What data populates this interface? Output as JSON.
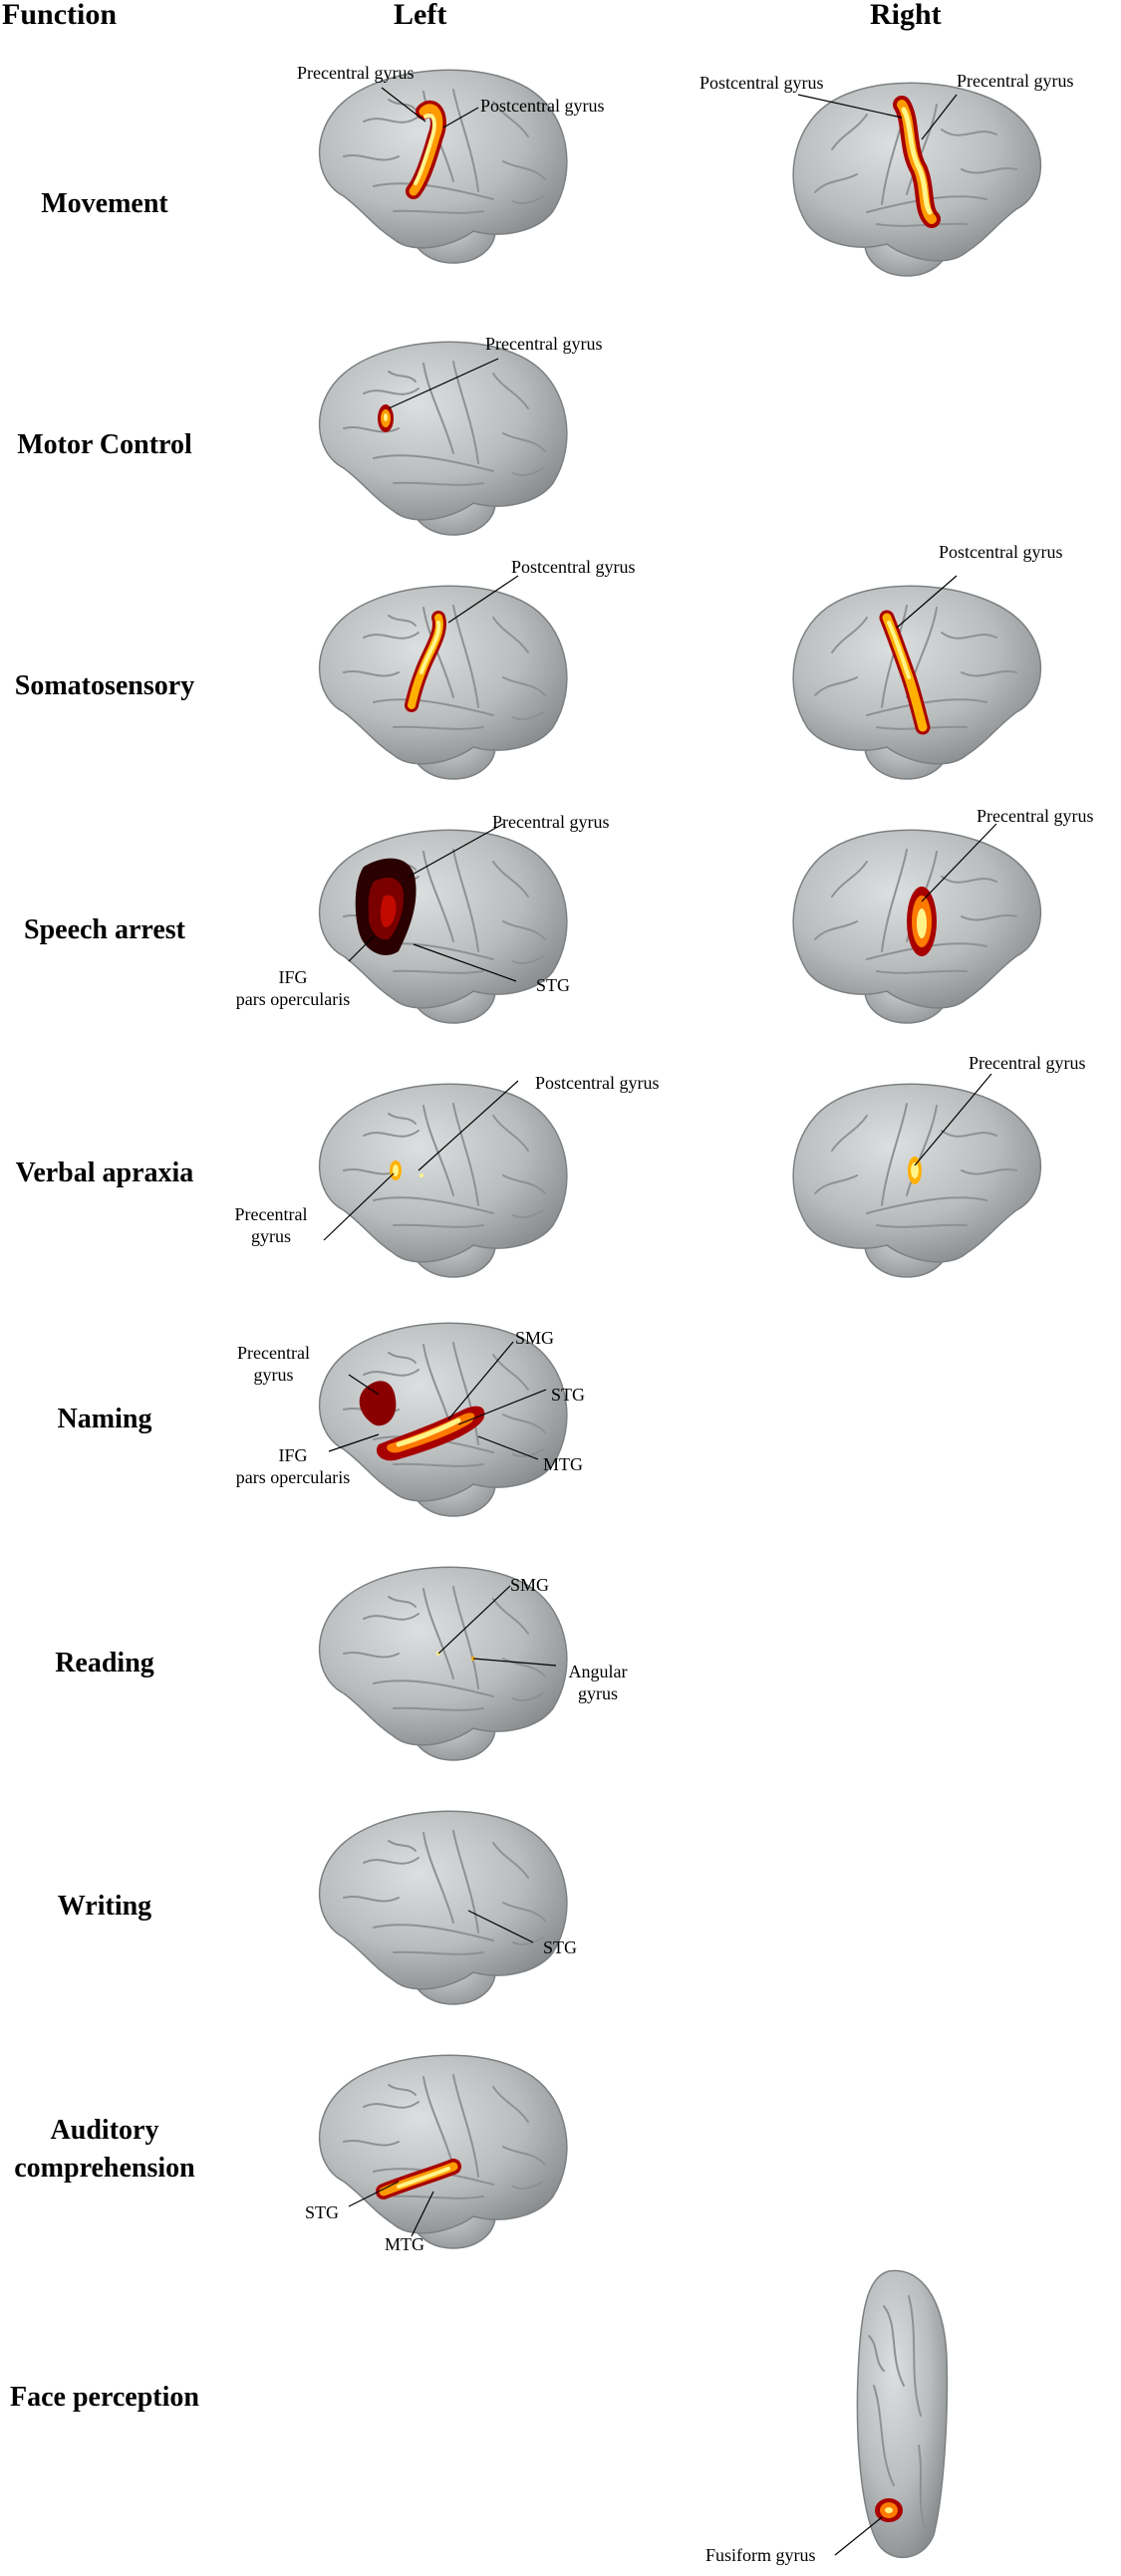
{
  "headers": {
    "function": "Function",
    "left": "Left",
    "right": "Right"
  },
  "rows": [
    {
      "function": "Movement",
      "left": {
        "labels": [
          "Precentral gyrus",
          "Postcentral gyrus"
        ]
      },
      "right": {
        "labels": [
          "Postcentral gyrus",
          "Precentral gyrus"
        ]
      }
    },
    {
      "function": "Motor Control",
      "left": {
        "labels": [
          "Precentral gyrus"
        ]
      }
    },
    {
      "function": "Somatosensory",
      "left": {
        "labels": [
          "Postcentral gyrus"
        ]
      },
      "right": {
        "labels": [
          "Postcentral gyrus"
        ]
      }
    },
    {
      "function": "Speech arrest",
      "left": {
        "labels": [
          "Precentral gyrus",
          "IFG",
          "pars opercularis",
          "STG"
        ]
      },
      "right": {
        "labels": [
          "Precentral gyrus"
        ]
      }
    },
    {
      "function": "Verbal apraxia",
      "left": {
        "labels": [
          "Postcentral gyrus",
          "Precentral",
          "gyrus"
        ]
      },
      "right": {
        "labels": [
          "Precentral gyrus"
        ]
      }
    },
    {
      "function": "Naming",
      "left": {
        "labels": [
          "Precentral",
          "gyrus",
          "SMG",
          "STG",
          "IFG",
          "pars opercularis",
          "MTG"
        ]
      }
    },
    {
      "function": "Reading",
      "left": {
        "labels": [
          "SMG",
          "Angular",
          "gyrus"
        ]
      }
    },
    {
      "function": "Writing",
      "left": {
        "labels": [
          "STG"
        ]
      }
    },
    {
      "function_lines": [
        "Auditory",
        "comprehension"
      ],
      "left": {
        "labels": [
          "STG",
          "MTG"
        ]
      }
    },
    {
      "function": "Face perception",
      "right": {
        "labels": [
          "Fusiform gyrus"
        ]
      }
    }
  ],
  "colors": {
    "brain": "#b9bcbd",
    "hot_core": "#fff48a",
    "hot_mid": "#ff9a00",
    "hot_edge": "#a80000"
  }
}
